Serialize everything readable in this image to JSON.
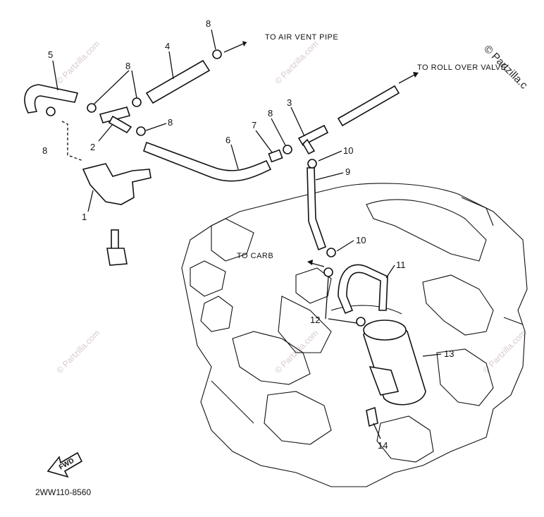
{
  "diagram": {
    "drawing_code": "2WW110-8560",
    "fwd_label": "FWD",
    "labels": {
      "air_vent": "TO AIR VENT PIPE",
      "roll_over": "TO ROLL OVER VALVE",
      "carb": "TO CARB"
    },
    "callouts": {
      "n1": "1",
      "n2": "2",
      "n3": "3",
      "n4": "4",
      "n5": "5",
      "n6": "6",
      "n7": "7",
      "n8": "8",
      "n9": "9",
      "n10": "10",
      "n11": "11",
      "n12": "12",
      "n13": "13",
      "n14": "14"
    },
    "watermark": "© Partzilla.com",
    "watermark_corner": "© Partzilla.c"
  }
}
